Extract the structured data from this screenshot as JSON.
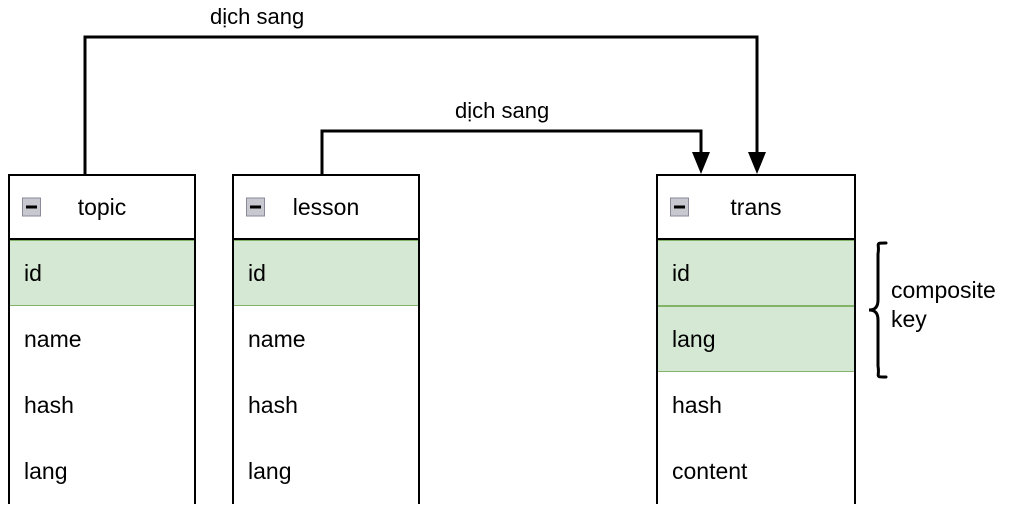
{
  "diagram": {
    "type": "entity-relationship-diagram",
    "colors": {
      "key_fill": "#d5e8d4",
      "key_stroke": "#82b366",
      "entity_stroke": "#000000",
      "background": "#ffffff",
      "connector": "#000000"
    },
    "entities": [
      {
        "id": "topic",
        "name": "topic",
        "collapse_icon": "minus-icon",
        "fields": [
          {
            "name": "id",
            "is_key": true
          },
          {
            "name": "name",
            "is_key": false
          },
          {
            "name": "hash",
            "is_key": false
          },
          {
            "name": "lang",
            "is_key": false
          }
        ]
      },
      {
        "id": "lesson",
        "name": "lesson",
        "collapse_icon": "minus-icon",
        "fields": [
          {
            "name": "id",
            "is_key": true
          },
          {
            "name": "name",
            "is_key": false
          },
          {
            "name": "hash",
            "is_key": false
          },
          {
            "name": "lang",
            "is_key": false
          }
        ]
      },
      {
        "id": "trans",
        "name": "trans",
        "collapse_icon": "minus-icon",
        "fields": [
          {
            "name": "id",
            "is_key": true
          },
          {
            "name": "lang",
            "is_key": true
          },
          {
            "name": "hash",
            "is_key": false
          },
          {
            "name": "content",
            "is_key": false
          }
        ]
      }
    ],
    "edges": [
      {
        "id": "topic-to-trans",
        "from": "topic",
        "to": "trans",
        "label": "dịch sang"
      },
      {
        "id": "lesson-to-trans",
        "from": "lesson",
        "to": "trans",
        "label": "dịch sang"
      }
    ],
    "annotations": [
      {
        "id": "composite-key",
        "label": "composite key",
        "targets": [
          "trans.id",
          "trans.lang"
        ],
        "marker": "curly-brace"
      }
    ]
  }
}
